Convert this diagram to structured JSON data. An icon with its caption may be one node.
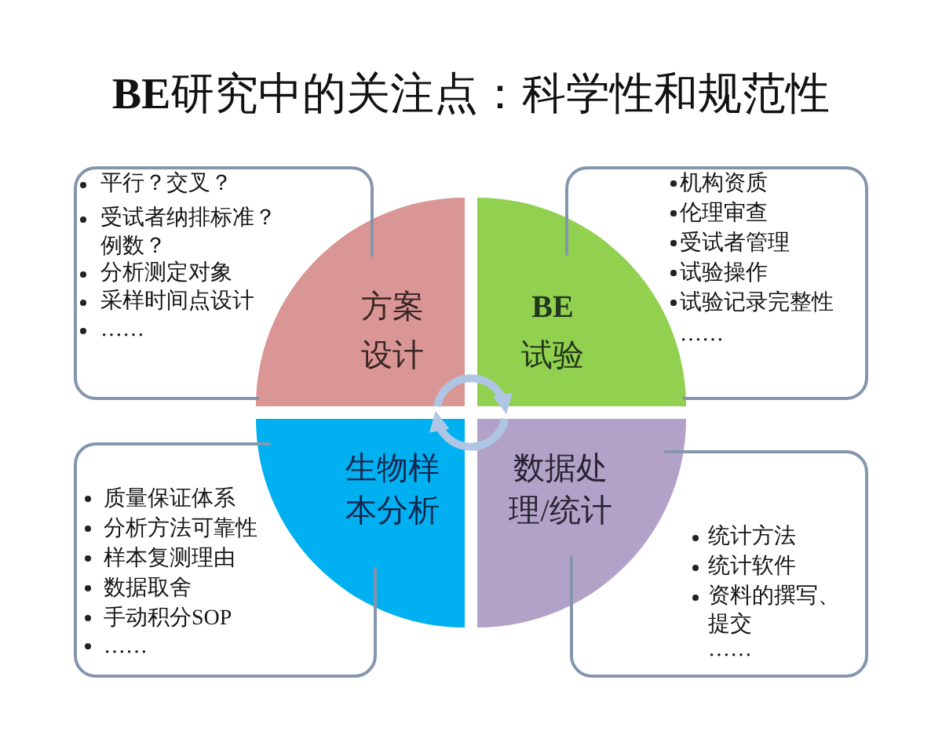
{
  "diagram": {
    "title": "**BE**研究中的关注点：科学性和规范性",
    "nodes": [
      {
        "text": [
          "平行？交叉？",
          "受试者纳排标准？例数？",
          "分析测定对象",
          "采样时间点设计",
          "……"
        ]
      },
      {
        "text": [
          "方案设计"
        ]
      },
      {
        "text": [
          "**BE**试验"
        ]
      },
      {
        "text": [
          "机构资质",
          "伦理审查",
          "受试者管理",
          "试验操作",
          "试验记录完整性",
          "……"
        ]
      },
      {
        "text": [
          "质量保证体系",
          "分析方法可靠性",
          "样本复测理由",
          "数据取舍",
          "手动积分SOP",
          "……"
        ]
      },
      {
        "text": [
          "生物样本分析"
        ]
      },
      {
        "text": [
          "数据处理/统计"
        ]
      },
      {
        "text": [
          "统计方法",
          "统计软件",
          "资料的撰写、提交",
          "……"
        ]
      }
    ],
    "edges": [
      {
        "from": 1,
        "to": 2,
        "arrow": "to"
      },
      {
        "from": 6,
        "to": 5,
        "arrow": "to"
      }
    ]
  }
}
